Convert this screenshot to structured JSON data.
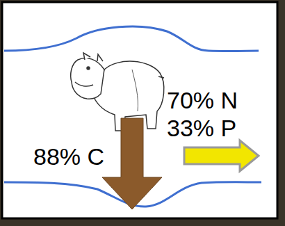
{
  "diagram": {
    "labels": [
      "70% N",
      "33% P",
      "88% C"
    ]
  }
}
